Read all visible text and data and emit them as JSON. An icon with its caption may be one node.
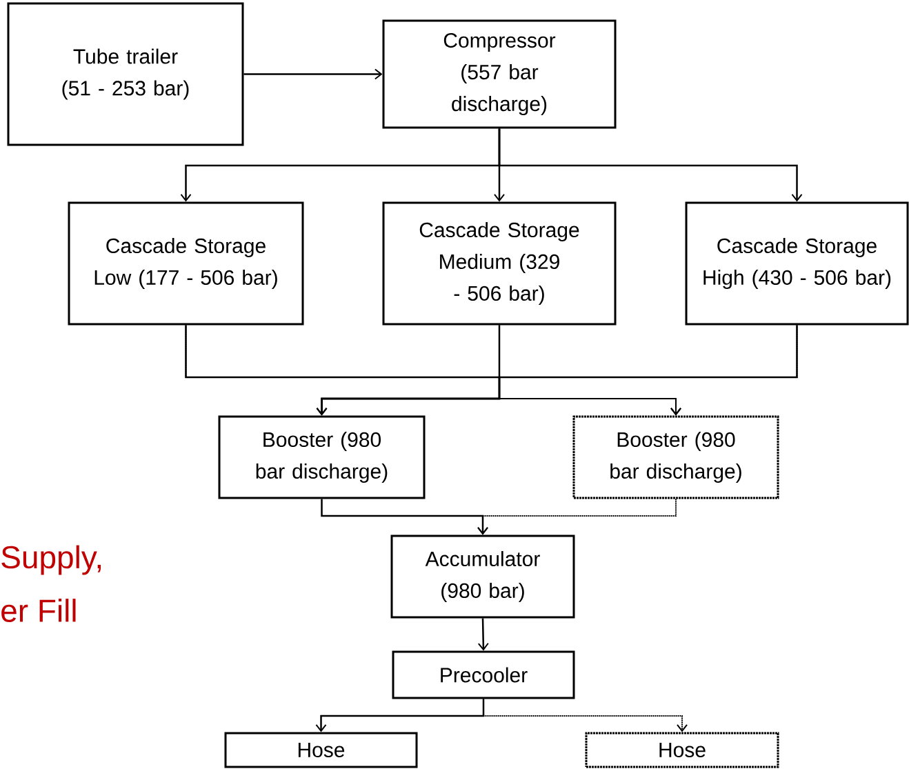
{
  "diagram": {
    "nodes": [
      {
        "text": [
          "Tube trailer (51 - 253 bar)"
        ]
      },
      {
        "text": [
          "Compressor (557 bar discharge)"
        ]
      },
      {
        "text": [
          "Cascade Storage Low (177 - 506 bar)"
        ]
      },
      {
        "text": [
          "Cascade Storage Medium (329 - 506 bar)"
        ]
      },
      {
        "text": [
          "Cascade Storage High (430 - 506 bar)"
        ]
      },
      {
        "text": [
          "Booster (980 bar discharge)"
        ]
      },
      {
        "text": [
          "Booster (980 bar discharge)"
        ]
      },
      {
        "text": [
          "Accumulator (980 bar)"
        ]
      },
      {
        "text": [
          "Precooler"
        ]
      },
      {
        "text": [
          "Hose"
        ]
      },
      {
        "text": [
          "Hose"
        ]
      }
    ],
    "edges": [
      {
        "from": 0,
        "to": 1,
        "arrow": "to"
      },
      {
        "from": 1,
        "to": 2,
        "arrow": "to"
      },
      {
        "from": 1,
        "to": 3,
        "arrow": "to"
      },
      {
        "from": 1,
        "to": 4,
        "arrow": "to"
      },
      {
        "from": 2,
        "to": 6,
        "arrow": "to",
        "style": "dashed"
      },
      {
        "from": 3,
        "to": 6,
        "arrow": "to",
        "style": "dashed"
      },
      {
        "from": 4,
        "to": 6,
        "arrow": "to",
        "style": "dashed"
      },
      {
        "from": 2,
        "to": 5,
        "arrow": "to"
      },
      {
        "from": 3,
        "to": 5,
        "arrow": "to"
      },
      {
        "from": 4,
        "to": 5,
        "arrow": "to"
      },
      {
        "from": 6,
        "to": 7,
        "arrow": "to",
        "style": "dashed"
      },
      {
        "from": 5,
        "to": 7,
        "arrow": "to"
      },
      {
        "from": 7,
        "to": 8,
        "arrow": "to"
      },
      {
        "from": 8,
        "to": 10,
        "arrow": "to",
        "style": "dashed"
      },
      {
        "from": 8,
        "to": 9,
        "arrow": "to"
      }
    ],
    "labels": [
      "Supply,",
      "er Fill"
    ]
  }
}
